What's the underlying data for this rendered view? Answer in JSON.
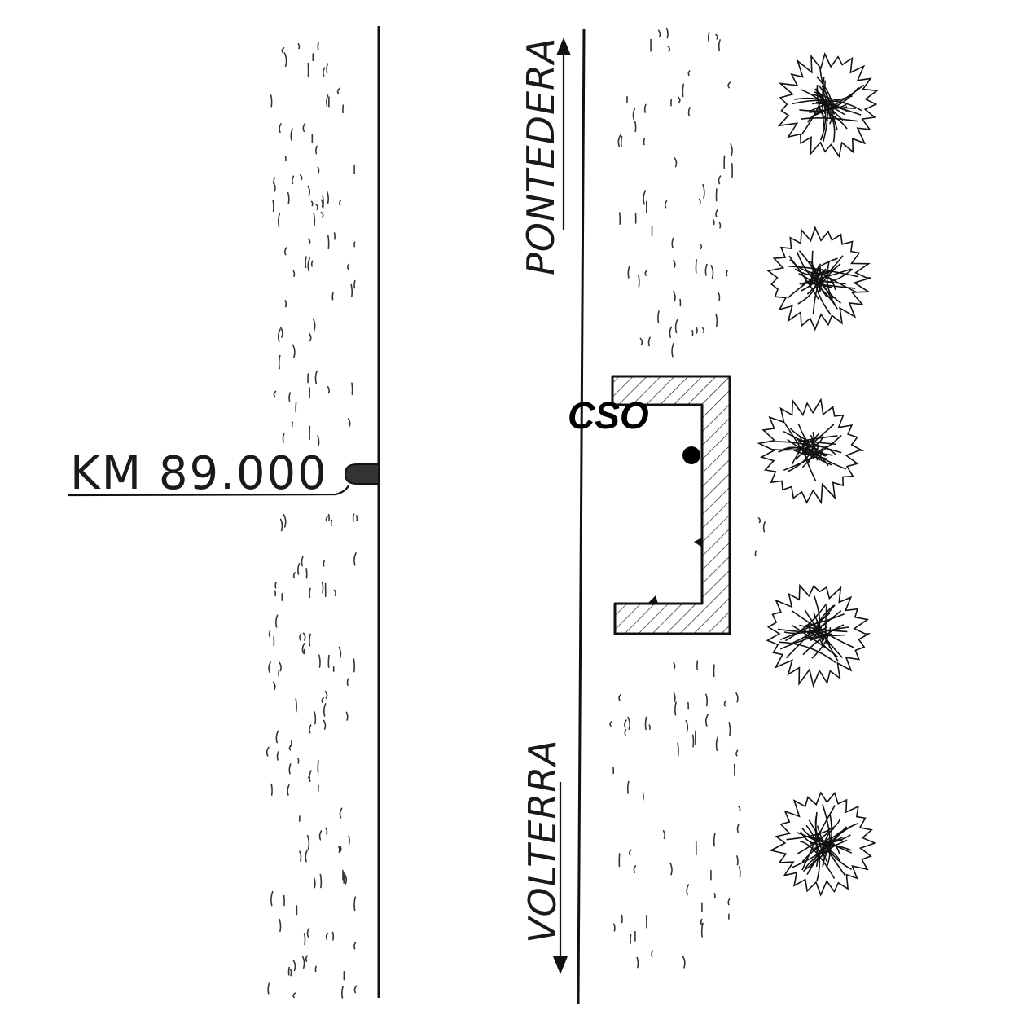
{
  "labels": {
    "kilometer_marker": "KM 89.000",
    "direction_north": "PONTEDERA",
    "direction_south": "VOLTERRA",
    "cso": "CSO"
  },
  "symbols": {
    "milestone": "kilometer-post-icon",
    "arrow_north": "arrow-up-icon",
    "arrow_south": "arrow-down-icon",
    "tree": "tree-icon",
    "pin": "location-dot-icon"
  },
  "counts": {
    "trees": 5
  },
  "colors": {
    "ink": "#1a1a1a",
    "paper": "#ffffff"
  }
}
